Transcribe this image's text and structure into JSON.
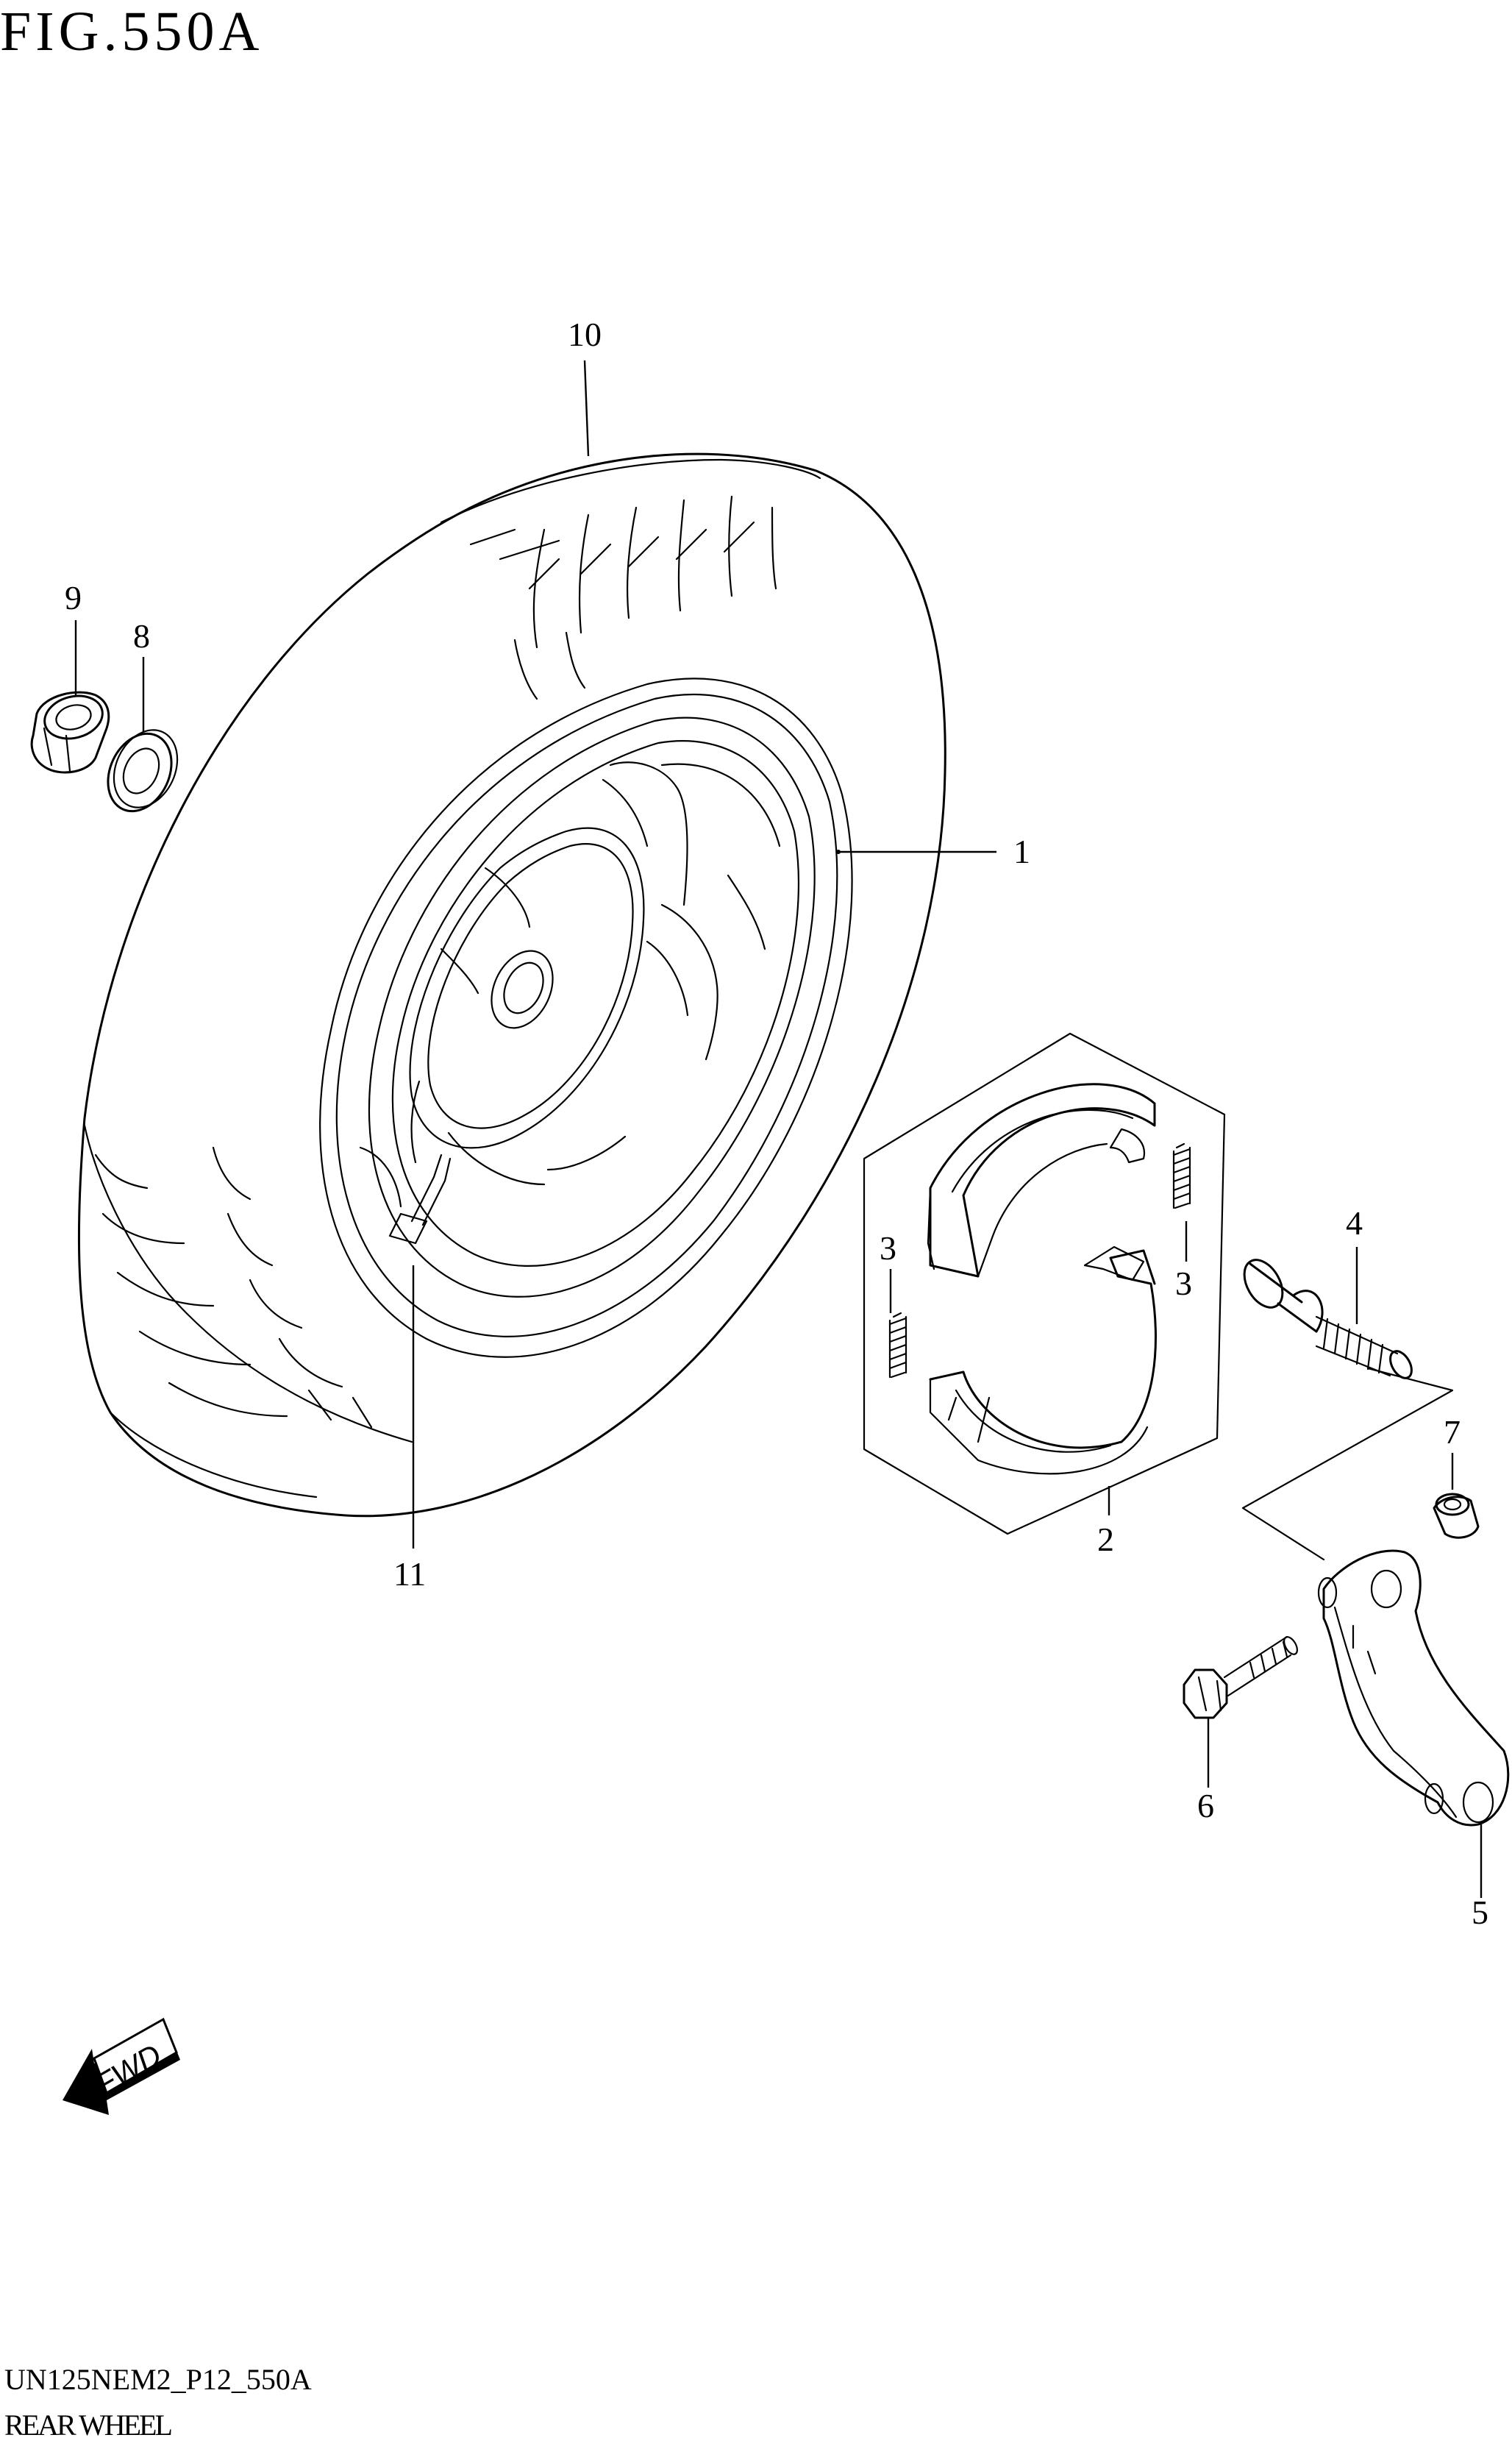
{
  "figure": {
    "title": "FIG.550A",
    "code": "UN125NEM2_P12_550A",
    "caption": "REAR WHEEL"
  },
  "callouts": [
    {
      "id": "1",
      "label": "1"
    },
    {
      "id": "2",
      "label": "2"
    },
    {
      "id": "3a",
      "label": "3"
    },
    {
      "id": "3b",
      "label": "3"
    },
    {
      "id": "4",
      "label": "4"
    },
    {
      "id": "5",
      "label": "5"
    },
    {
      "id": "6",
      "label": "6"
    },
    {
      "id": "7",
      "label": "7"
    },
    {
      "id": "8",
      "label": "8"
    },
    {
      "id": "9",
      "label": "9"
    },
    {
      "id": "10",
      "label": "10"
    },
    {
      "id": "11",
      "label": "11"
    }
  ],
  "fwd_arrow": {
    "label": "FWD"
  }
}
